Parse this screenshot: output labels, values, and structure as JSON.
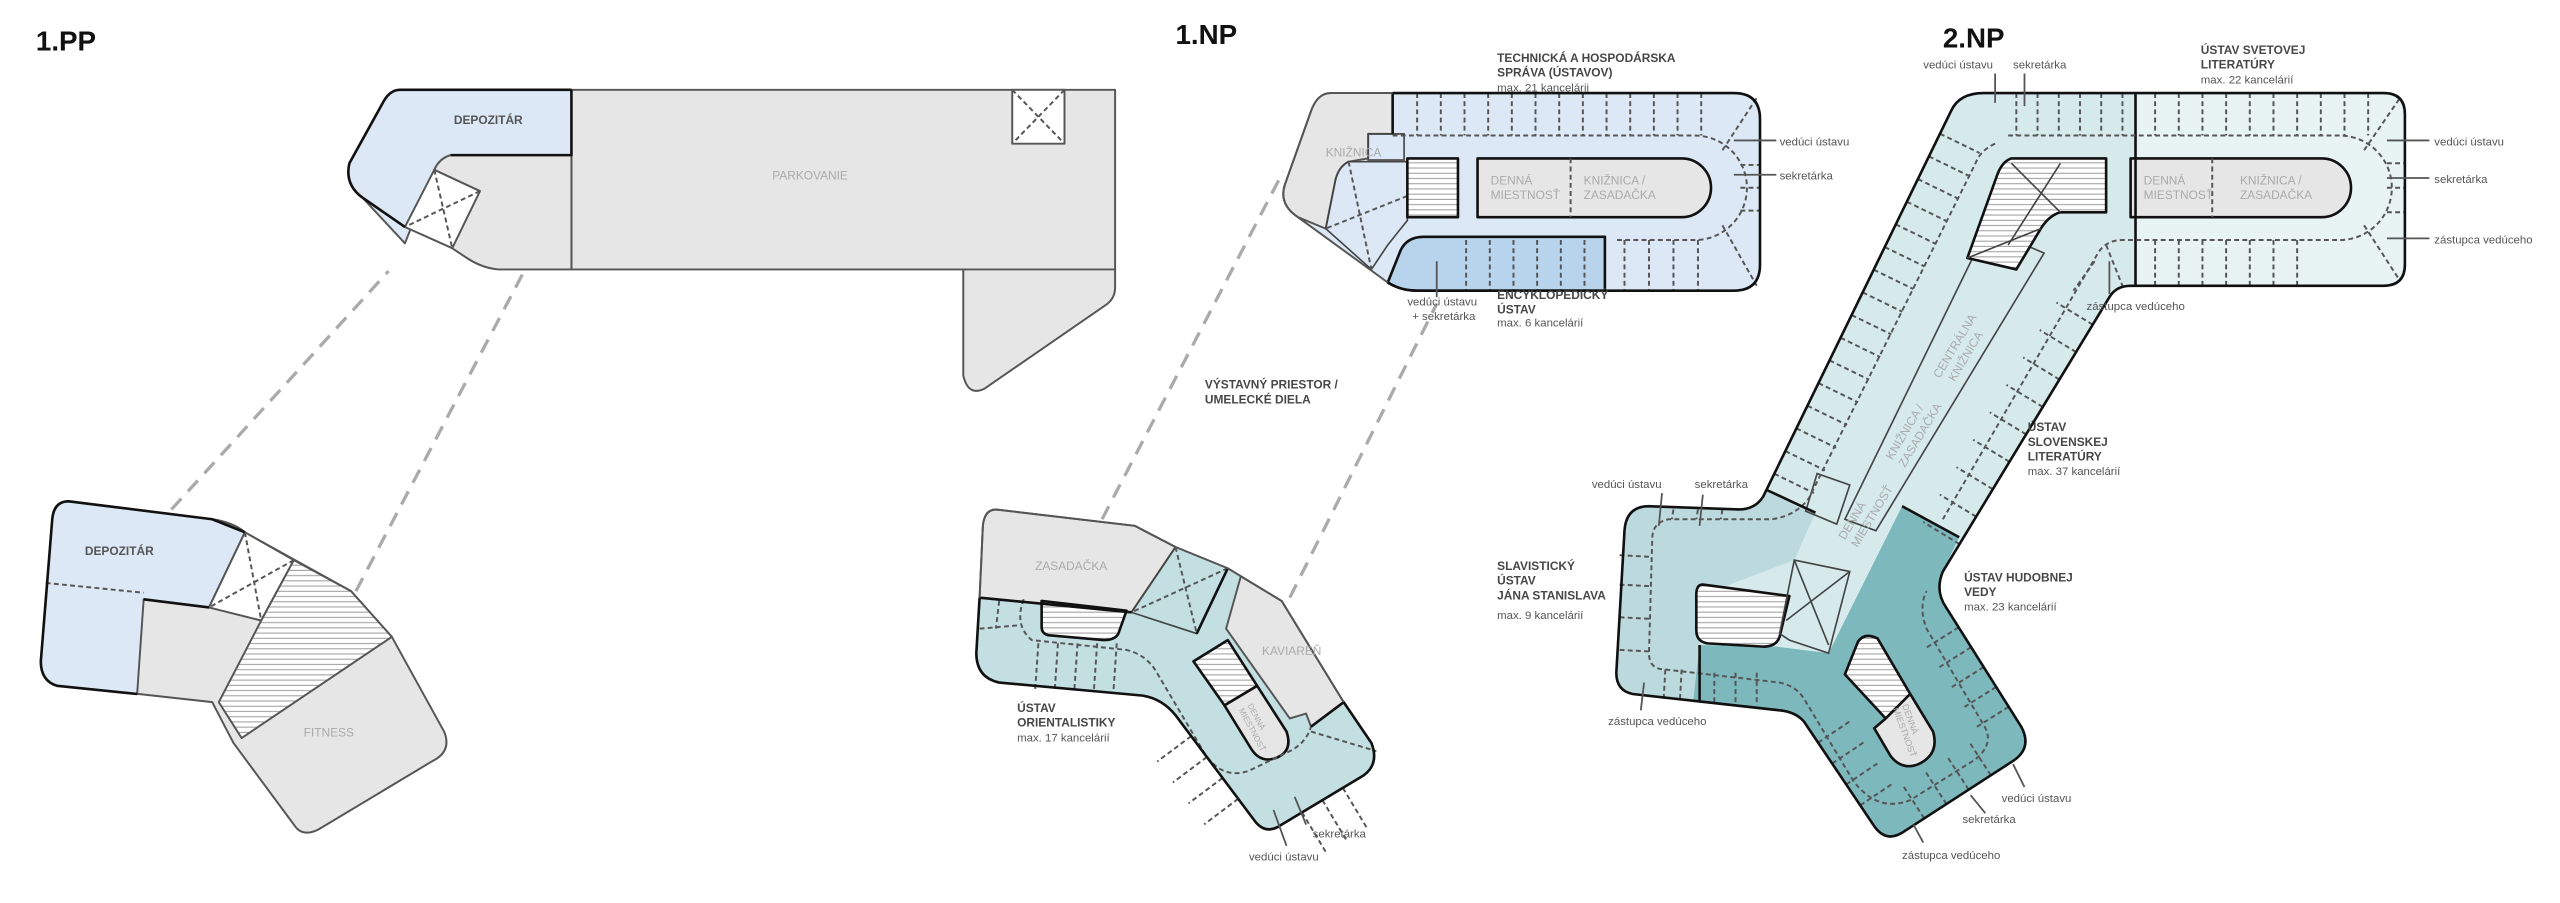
{
  "colors": {
    "gray_room": "#e6e6e6",
    "depozitar_blue": "#dce8f5",
    "encyklopedicky_blue": "#b8d3ec",
    "orientalistika_teal": "#c3dfe2",
    "svetova_lit": "#e8f3f4",
    "slovenska_lit": "#d6eaec",
    "slavisticky": "#bcdadd",
    "hudobna_veda": "#7db8bd"
  },
  "pp": {
    "title": "1.PP",
    "depozitar_upper": "DEPOZITÁR",
    "parkovanie": "PARKOVANIE",
    "depozitar_lower": "DEPOZITÁR",
    "fitness": "FITNESS"
  },
  "np1": {
    "title": "1.NP",
    "kniznica": "KNIŽNICA",
    "denna": [
      "DENNÁ",
      "MIESTNOSŤ"
    ],
    "kniznica_zasadacka": [
      "KNIŽNICA /",
      "ZASADAČKA"
    ],
    "zasadacka": "ZASADAČKA",
    "kaviaren": "KAVIAREŇ",
    "denna_small": [
      "DENNÁ",
      "MIESTNOSŤ"
    ],
    "exhibition": [
      "VÝSTAVNÝ PRIESTOR /",
      "UMELECKÉ DIELA"
    ],
    "technicka": {
      "name": [
        "TECHNICKÁ A HOSPODÁRSKA",
        "SPRÁVA (ÚSTAVOV)"
      ],
      "capacity": "max. 21 kancelárii",
      "roles": [
        "vedúci ústavu",
        "sekretárka"
      ]
    },
    "encyklopedicky": {
      "name": [
        "ENCYKLOPEDICKÝ",
        "ÚSTAV"
      ],
      "capacity": "max. 6 kancelárií",
      "roles": [
        "vedúci ústavu",
        "+ sekretárka"
      ]
    },
    "orientalistika": {
      "name": [
        "ÚSTAV",
        "ORIENTALISTIKY"
      ],
      "capacity": "max. 17 kancelárií",
      "roles": [
        "sekretárka",
        "vedúci ústavu"
      ]
    }
  },
  "np2": {
    "title": "2.NP",
    "denna": [
      "DENNÁ",
      "MIESTNOSŤ"
    ],
    "kniznica_zasadacka": [
      "KNIŽNICA /",
      "ZASADAČKA"
    ],
    "centralna": [
      "CENTRÁLNA",
      "KNIŽNICA"
    ],
    "arm_kniznica": [
      "KNIŽNICA /",
      "ZASADAČKA"
    ],
    "arm_denna": [
      "DENNÁ",
      "MIESTNOSŤ"
    ],
    "hud_denna": [
      "DENNÁ",
      "MIESTNOSŤ"
    ],
    "svetova": {
      "name": [
        "ÚSTAV SVETOVEJ",
        "LITERATÚRY"
      ],
      "capacity": "max. 22 kancelárií",
      "roles_top": [
        "vedúci ústavu",
        "sekretárka"
      ],
      "roles_right": [
        "vedúci ústavu",
        "sekretárka",
        "zástupca vedúceho"
      ],
      "role_bottom": "zástupca vedúceho"
    },
    "slovenska": {
      "name": [
        "ÚSTAV",
        "SLOVENSKEJ",
        "LITERATÚRY"
      ],
      "capacity": "max. 37 kancelárií"
    },
    "slavisticky": {
      "name": [
        "SLAVISTICKÝ",
        "ÚSTAV",
        "JÁNA STANISLAVA"
      ],
      "capacity": "max. 9 kancelárií",
      "roles": [
        "vedúci ústavu",
        "sekretárka",
        "zástupca vedúceho"
      ]
    },
    "hudobna": {
      "name": [
        "ÚSTAV HUDOBNEJ",
        "VEDY"
      ],
      "capacity": "max. 23 kancelárií",
      "roles": [
        "vedúci ústavu",
        "sekretárka",
        "zástupca vedúceho"
      ]
    }
  }
}
